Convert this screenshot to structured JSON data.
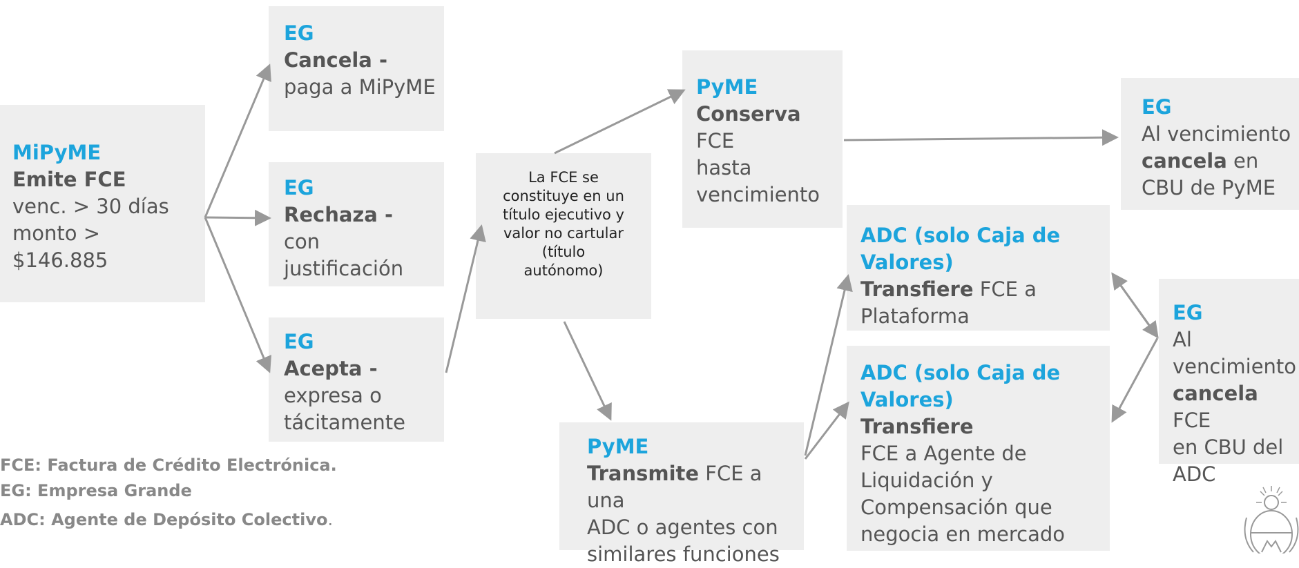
{
  "boxes": {
    "mipyme": {
      "actor": "MiPyME",
      "action": "Emite FCE",
      "line1": "venc. > 30 días",
      "line2": "monto > $146.885"
    },
    "eg_cancela": {
      "actor": "EG",
      "action": "Cancela -",
      "line1": "paga a MiPyME"
    },
    "eg_rechaza": {
      "actor": "EG",
      "action": "Rechaza -",
      "line1": "con justificación"
    },
    "eg_acepta": {
      "actor": "EG",
      "action": "Acepta -",
      "line1": "expresa o",
      "line2": "tácitamente"
    },
    "titulo": {
      "lines": [
        "La FCE se",
        "constituye en un",
        "título ejecutivo y",
        "valor no cartular",
        "(título",
        "autónomo)"
      ]
    },
    "pyme_conserva": {
      "actor": "PyME",
      "action": "Conserva",
      "lines": [
        "FCE",
        "hasta",
        "vencimiento"
      ]
    },
    "pyme_transmite": {
      "actor": "PyME",
      "action": "Transmite",
      "action_rest": " FCE a una",
      "lines": [
        "ADC o agentes con",
        "similares funciones"
      ]
    },
    "eg_vencimiento_pyme": {
      "actor": "EG",
      "line1": "Al vencimiento",
      "action": "cancela",
      "action_rest": " en",
      "line3": "CBU de PyME"
    },
    "adc_plataforma": {
      "actor_line1": "ADC (solo Caja de",
      "actor_line2": "Valores)",
      "action": "Transfiere",
      "action_rest": " FCE a",
      "line": "Plataforma"
    },
    "adc_agente": {
      "actor_line1": "ADC (solo Caja de",
      "actor_line2": "Valores)",
      "action": "Transfiere",
      "lines": [
        "FCE a Agente de",
        "Liquidación y",
        "Compensación que",
        "negocia en mercado"
      ]
    },
    "eg_vencimiento_adc": {
      "actor": "EG",
      "lines_before": [
        "Al",
        "vencimiento"
      ],
      "action": "cancela",
      "action_rest": " FCE",
      "lines_after": [
        "en CBU del",
        "ADC"
      ]
    }
  },
  "legend": [
    {
      "text": "FCE: Factura de Crédito Electrónica."
    },
    {
      "text": "EG: Empresa Grande"
    },
    {
      "text": "ADC: Agente de Depósito Colectivo",
      "suffix": "."
    }
  ],
  "colors": {
    "actor": "#1ca4dc",
    "box": "#eeeeee",
    "arrow": "#999999"
  },
  "icons": {
    "seal": "argentina-coat-of-arms"
  }
}
